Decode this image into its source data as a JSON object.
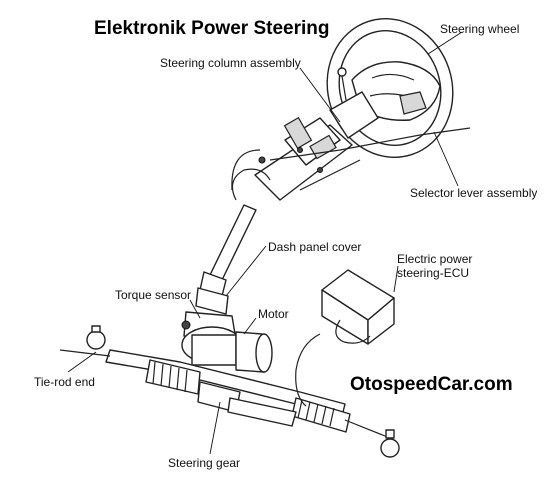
{
  "title": "Elektronik Power Steering",
  "labels": {
    "steering_wheel": "Steering wheel",
    "steering_column_assembly": "Steering column assembly",
    "selector_lever_assembly": "Selector lever assembly",
    "dash_panel_cover": "Dash panel cover",
    "ecu_line1": "Electric power",
    "ecu_line2": "steering-ECU",
    "torque_sensor": "Torque sensor",
    "motor": "Motor",
    "tie_rod_end": "Tie-rod end",
    "steering_gear": "Steering gear"
  },
  "watermark": "OtospeedCar.com"
}
